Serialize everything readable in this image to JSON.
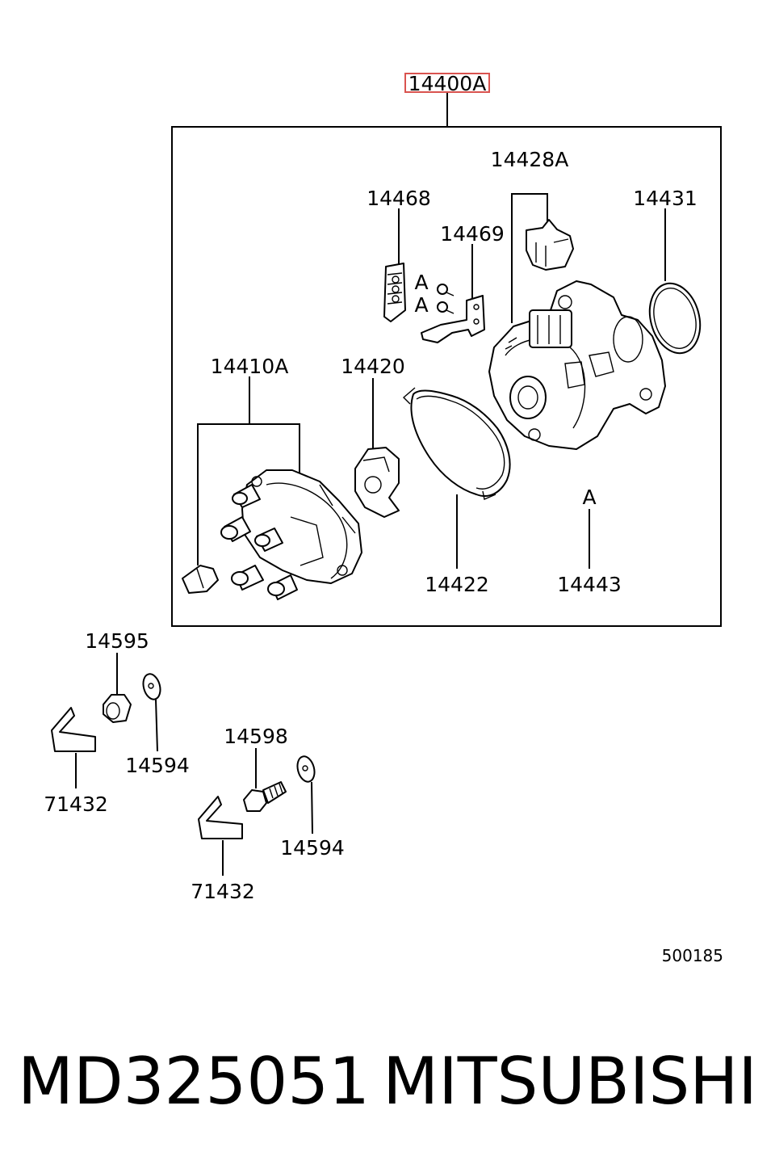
{
  "assembly": {
    "part_number": "14400A",
    "highlight_color": "#d9534f"
  },
  "callouts": {
    "p14428A": "14428A",
    "p14468": "14468",
    "p14469": "14469",
    "p14431": "14431",
    "p14410A": "14410A",
    "p14420": "14420",
    "p14422": "14422",
    "p14443": "14443",
    "markA1": "A",
    "markA2": "A",
    "markA3": "A",
    "p14595": "14595",
    "p14594a": "14594",
    "p71432a": "71432",
    "p14598": "14598",
    "p14594b": "14594",
    "p71432b": "71432"
  },
  "footer": {
    "diagram_code": "500185",
    "part_number": "MD325051",
    "brand": "MITSUBISHI"
  }
}
